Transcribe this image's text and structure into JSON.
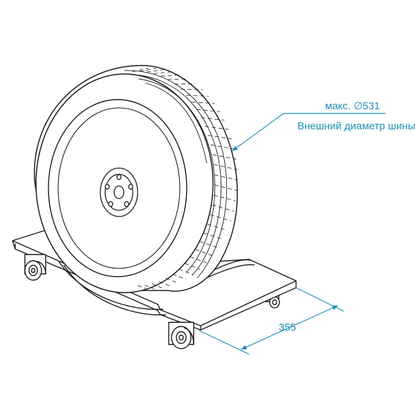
{
  "colors": {
    "ink": "#1a1a1a",
    "dimension": "#1f8fb8",
    "background": "#ffffff"
  },
  "annotations": {
    "max_label": "макс. ∅531",
    "diameter_caption": "Внешний диаметр шины",
    "width_value": "355"
  }
}
